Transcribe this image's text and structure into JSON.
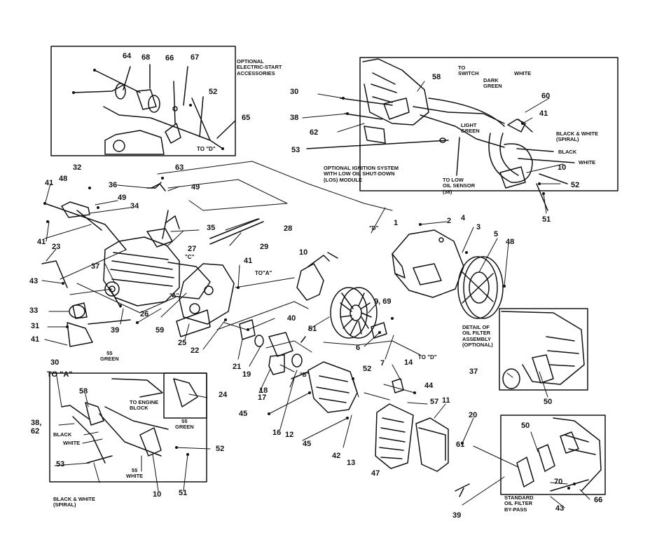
{
  "callouts": {
    "p64": "64",
    "p68": "68",
    "p66": "66",
    "p67": "67",
    "p52a": "52",
    "p65": "65",
    "p63": "63",
    "to_d_1": "TO \"D\"",
    "p30a": "30",
    "p58a": "58",
    "p38a": "38",
    "p62a": "62",
    "p53a": "53",
    "p60": "60",
    "p41a": "41",
    "p10a": "10",
    "p52b": "52",
    "p51a": "51",
    "p32": "32",
    "p48a": "48",
    "p41b": "41",
    "p36": "36",
    "p49a": "49",
    "p49b": "49",
    "p34": "34",
    "p35": "35",
    "p28": "28",
    "p29": "29",
    "p1": "1",
    "p2": "2",
    "p4": "4",
    "p3": "3",
    "p5": "5",
    "p48b": "48",
    "p27": "27",
    "p41c": "41",
    "p23": "23",
    "p43a": "43",
    "p37a": "37",
    "p33": "33",
    "p26": "26",
    "p25": "25",
    "p22": "22",
    "p39a": "39",
    "p59": "59",
    "p31": "31",
    "p41d": "41",
    "p41e": "41",
    "to_a_1": "TO\"A\"",
    "p10b": "10",
    "p9_69": "9, 69",
    "p40": "40",
    "p51b": "51",
    "p6": "6",
    "p7": "7",
    "to_d_2": "TO \"D\"",
    "p21": "21",
    "p19": "19",
    "p18": "18",
    "p17": "17",
    "p16": "16",
    "p45a": "45",
    "p45b": "45",
    "p12": "12",
    "p52c": "52",
    "p14": "14",
    "p44": "44",
    "p57": "57",
    "p11": "11",
    "p20": "20",
    "p42": "42",
    "p13": "13",
    "p47": "47",
    "p30b": "30",
    "p58b": "58",
    "p24": "24",
    "p38_62": "38,\n62",
    "p52d": "52",
    "p53b": "53",
    "p10c": "10",
    "p51c": "51",
    "p37b": "37",
    "p50a": "50",
    "p50b": "50",
    "p61": "61",
    "p70": "70",
    "p66b": "66",
    "p43b": "43",
    "p39b": "39",
    "to_a_2": "TO \"A\"",
    "ref_d_1": "\"D\"",
    "ref_c": "\"C\"",
    "ref_a": "\"A\"",
    "ref_b": "\"B\""
  },
  "notes": {
    "electric_start": "OPTIONAL\nELECTRIC-START\nACCESSORIES",
    "to_switch": "TO\nSWITCH",
    "dark_green": "DARK\nGREEN",
    "white_top": "WHITE",
    "light_green": "LIGHT\nGREEN",
    "black_white_spiral": "BLACK & WHITE\n(SPIRAL)",
    "black_right": "BLACK",
    "white_right": "WHITE",
    "ignition": "OPTIONAL IGNITION SYSTEM\nWITH LOW OIL SHUT-DOWN\n(LOS) MODULE",
    "to_low_oil": "TO LOW\nOIL SENSOR\n(38)",
    "oil_filter_detail": "DETAIL OF\nOIL FILTER\nASSEMBLY\n(OPTIONAL)",
    "green_55": "55\nGREEN",
    "to_engine_block": "TO ENGINE\nBLOCK",
    "green_55b": "55\nGREEN",
    "black_left": "BLACK",
    "white_left": "WHITE",
    "p55_white": "55\nWHITE",
    "bw_spiral_bottom": "BLACK & WHITE\n(SPIRAL)",
    "std_oil_filter": "STANDARD\nOIL FILTER\nBY-PASS"
  },
  "colors": {
    "ink": "#111111",
    "paper": "#ffffff"
  }
}
